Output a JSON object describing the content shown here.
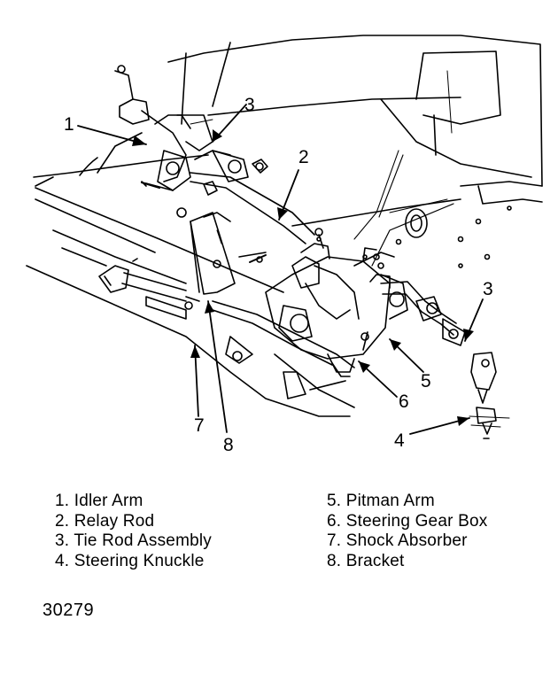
{
  "diagram": {
    "callouts": {
      "idler_arm": "1",
      "tie_rod_upper": "3",
      "relay_rod": "2",
      "tie_rod_right": "3",
      "pitman_arm": "5",
      "steering_gear_box": "6",
      "shock_absorber": "7",
      "bracket": "8",
      "steering_knuckle": "4"
    }
  },
  "legend": {
    "left": [
      "1. Idler Arm",
      "2. Relay Rod",
      "3. Tie Rod Assembly",
      "4. Steering Knuckle"
    ],
    "right": [
      "5. Pitman Arm",
      "6. Steering Gear Box",
      "7. Shock Absorber",
      "8. Bracket"
    ]
  },
  "figure_number": "30279",
  "colors": {
    "ink": "#000000",
    "paper": "#ffffff"
  }
}
